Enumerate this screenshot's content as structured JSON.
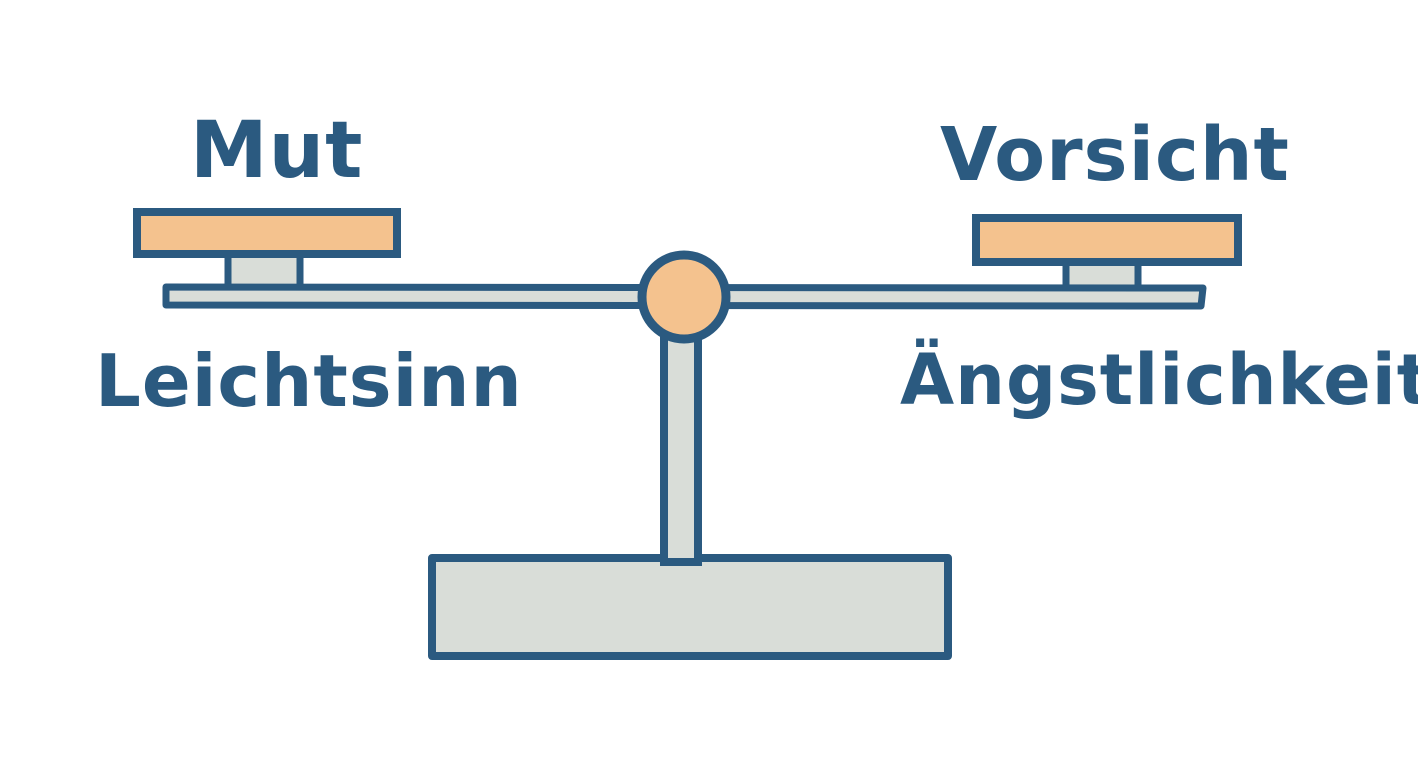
{
  "labels": {
    "top_left": "Mut",
    "top_right": "Vorsicht",
    "bottom_left": "Leichtsinn",
    "bottom_right": "Ängstlichkeit"
  },
  "colors": {
    "outline": "#2b5a80",
    "beam_fill": "#d9ddd8",
    "pan_fill": "#f4c28e",
    "pivot_fill": "#f4c28e",
    "base_fill": "#d9ddd8",
    "text": "#2b5a80"
  }
}
